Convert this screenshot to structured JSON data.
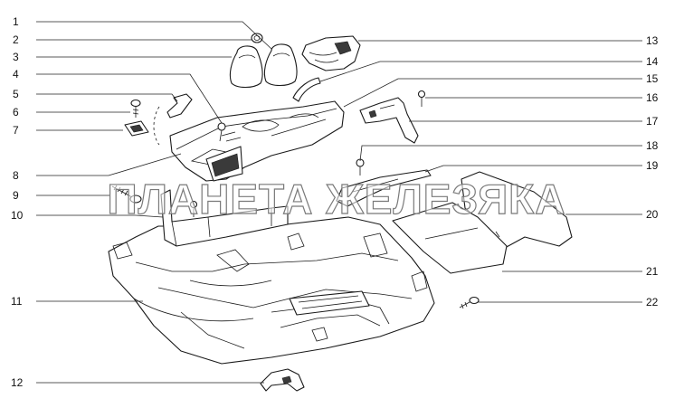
{
  "watermark": {
    "text": "ПЛАНЕТА ЖЕЛЕЗЯКА"
  },
  "callouts": [
    {
      "num": "1"
    },
    {
      "num": "2"
    },
    {
      "num": "3"
    },
    {
      "num": "4"
    },
    {
      "num": "5"
    },
    {
      "num": "6"
    },
    {
      "num": "7"
    },
    {
      "num": "8"
    },
    {
      "num": "9"
    },
    {
      "num": "10"
    },
    {
      "num": "11"
    },
    {
      "num": "12"
    },
    {
      "num": "13"
    },
    {
      "num": "14"
    },
    {
      "num": "15"
    },
    {
      "num": "16"
    },
    {
      "num": "17"
    },
    {
      "num": "18"
    },
    {
      "num": "19"
    },
    {
      "num": "20"
    },
    {
      "num": "21"
    },
    {
      "num": "22"
    }
  ]
}
